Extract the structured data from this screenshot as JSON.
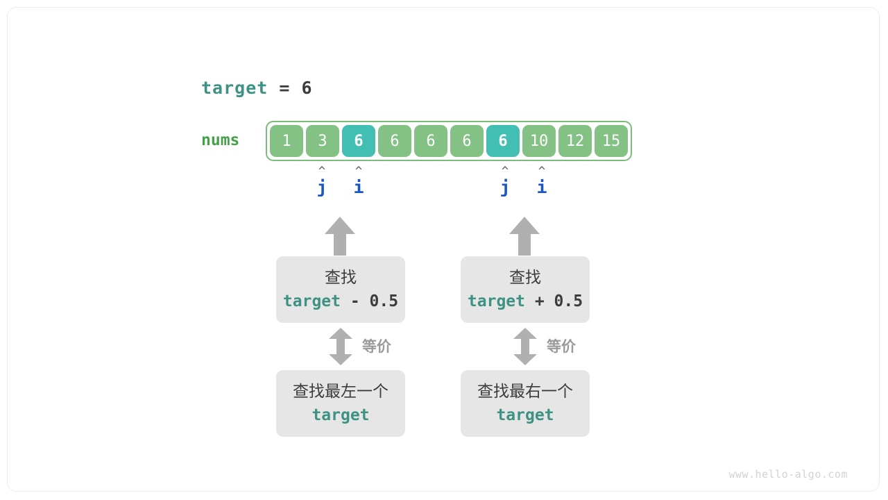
{
  "diagram": {
    "target_line": {
      "var": "target",
      "rest": " = 6"
    },
    "nums_label": "nums",
    "array": {
      "values": [
        "1",
        "3",
        "6",
        "6",
        "6",
        "6",
        "6",
        "10",
        "12",
        "15"
      ],
      "highlighted_indices": [
        2,
        6
      ],
      "cell_color": "#84c184",
      "highlight_color": "#42bfb2",
      "border_color": "#79bd7b"
    },
    "pointers": [
      {
        "caret": "^",
        "name": "j",
        "index": 1
      },
      {
        "caret": "^",
        "name": "i",
        "index": 2
      },
      {
        "caret": "^",
        "name": "j",
        "index": 6
      },
      {
        "caret": "^",
        "name": "i",
        "index": 7
      }
    ],
    "pointer_color": "#1a56c4",
    "groups": [
      {
        "top_box": {
          "line1": "查找",
          "code_var": "target",
          "code_rest": " - 0.5"
        },
        "equiv_label": "等价",
        "bottom_box": {
          "line1": "查找最左一个",
          "code_var": "target"
        }
      },
      {
        "top_box": {
          "line1": "查找",
          "code_var": "target",
          "code_rest": " + 0.5"
        },
        "equiv_label": "等价",
        "bottom_box": {
          "line1": "查找最右一个",
          "code_var": "target"
        }
      }
    ],
    "accent_color": "#3d9284",
    "watermark": "www.hello-algo.com"
  }
}
